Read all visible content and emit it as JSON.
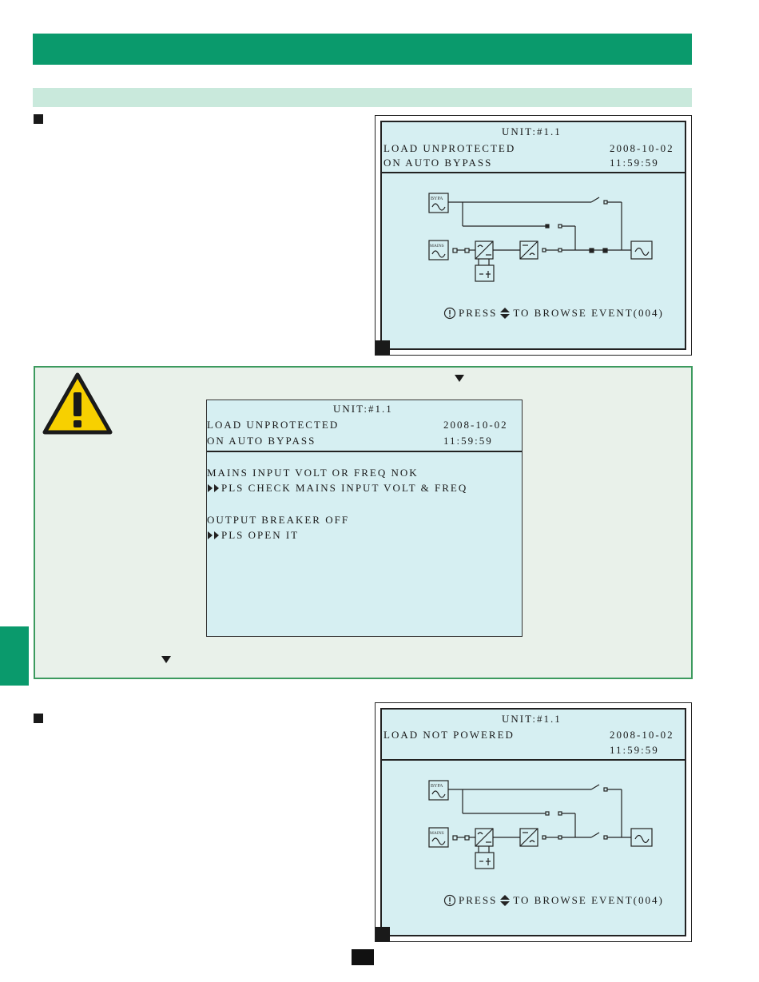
{
  "panel_top": {
    "unit": "UNIT:#1.1",
    "status_line1": "LOAD UNPROTECTED",
    "date": "2008-10-02",
    "status_line2": "ON AUTO BYPASS",
    "time": "11:59:59",
    "diagram": {
      "bypass_label": "BYPA",
      "mains_label": "MAINS"
    },
    "prompt": "PRESS",
    "prompt_tail": "TO BROWSE EVENT(004)"
  },
  "warning": {
    "screen": {
      "unit": "UNIT:#1.1",
      "status_line1": "LOAD UNPROTECTED",
      "date": "2008-10-02",
      "status_line2": "ON AUTO BYPASS",
      "time": "11:59:59",
      "events": [
        {
          "title": "MAINS INPUT VOLT OR FREQ NOK",
          "action": "PLS CHECK MAINS INPUT VOLT & FREQ"
        },
        {
          "title": "OUTPUT BREAKER OFF",
          "action": "PLS OPEN IT"
        }
      ]
    }
  },
  "panel_bottom": {
    "unit": "UNIT:#1.1",
    "status_line1": "LOAD NOT POWERED",
    "date": "2008-10-02",
    "time": "11:59:59",
    "diagram": {
      "bypass_label": "BYPA",
      "mains_label": "MAINS"
    },
    "prompt": "PRESS",
    "prompt_tail": "TO BROWSE EVENT(004)"
  },
  "colors": {
    "header_green": "#0a9a6c",
    "subheader_green": "#c9e9dc",
    "lcd_background": "#d6eff2",
    "warning_background": "#e9f1ea",
    "warning_border": "#3c9a5e",
    "warning_triangle": "#f7d000"
  },
  "icons": [
    "warning-triangle-icon",
    "down-arrow-icon",
    "up-down-arrow-icon",
    "exclamation-icon",
    "sine-wave-icon",
    "rectifier-icon",
    "inverter-icon",
    "battery-icon",
    "switch-icon"
  ]
}
